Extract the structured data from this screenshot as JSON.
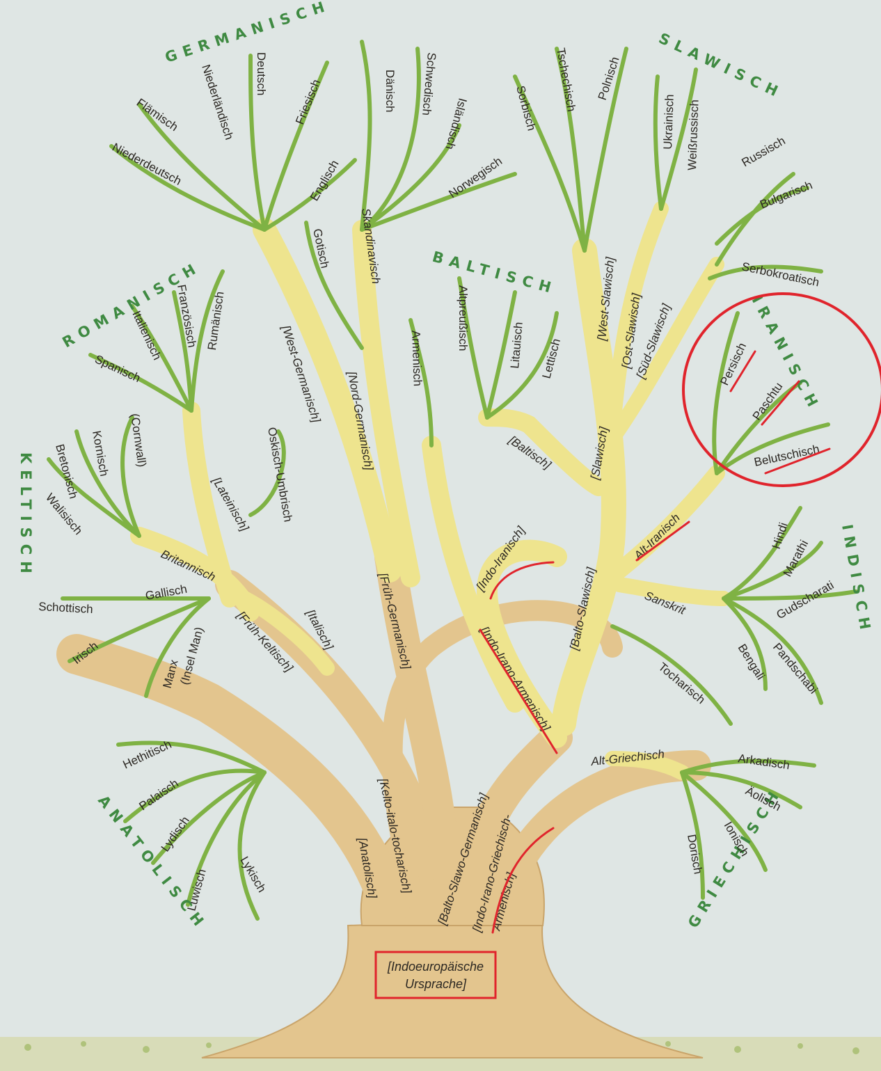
{
  "colors": {
    "background": "#dfe6e4",
    "trunk": "#e3c58e",
    "branch_yellow": "#eee48e",
    "twig_green": "#7fb244",
    "group_label": "#3f8a42",
    "annotation_red": "#e0242c"
  },
  "groups": {
    "germanisch": "GERMANISCH",
    "slawisch": "SLAWISCH",
    "romanisch": "ROMANISCH",
    "baltisch": "BALTISCH",
    "iranisch": "IRANISCH",
    "keltisch": "KELTISCH",
    "indisch": "INDISCH",
    "anatolisch": "ANATOLISCH",
    "griechisch": "GRIECHISCH"
  },
  "languages": {
    "flamisch": "Flämisch",
    "niederlandisch": "Niederländisch",
    "deutsch": "Deutsch",
    "friesisch": "Friesisch",
    "niederdeutsch": "Niederdeutsch",
    "englisch": "Englisch",
    "danisch": "Dänisch",
    "schwedisch": "Schwedisch",
    "islandisch": "Isländisch",
    "norwegisch": "Norwegisch",
    "gotisch": "Gotisch",
    "sorbisch": "Sorbisch",
    "tschechisch": "Tschechisch",
    "polnisch": "Polnisch",
    "ukrainisch": "Ukrainisch",
    "weissrussisch": "Weißrussisch",
    "russisch": "Russisch",
    "bulgarisch": "Bulgarisch",
    "serbokroatisch": "Serbokroatisch",
    "italienisch": "Italienisch",
    "franzosisch": "Französisch",
    "rumanisch": "Rumänisch",
    "spanisch": "Spanisch",
    "altpreussisch": "Altpreußisch",
    "litauisch": "Litauisch",
    "lettisch": "Lettisch",
    "armenisch": "Armenisch",
    "persisch": "Persisch",
    "paschtu": "Paschtu",
    "belutschisch": "Belutschisch",
    "kornisch": "Kornisch",
    "cornwall": "(Cornwall)",
    "bretonisch": "Bretonisch",
    "walisisch": "Walisisch",
    "oskisch_umbrisch": "Oskisch-Umbrisch",
    "hindi": "Hindi",
    "marathi": "Marathi",
    "gudscharati": "Gudscharati",
    "bengali": "Bengali",
    "pandschabi": "Pandschabi",
    "tocharisch": "Tocharisch",
    "schottisch": "Schottisch",
    "gallisch": "Gallisch",
    "irisch": "Irisch",
    "manx": "Manx",
    "insel_man": "(Insel Man)",
    "hethitisch": "Hethitisch",
    "palaisch": "Palaisch",
    "lydisch": "Lydisch",
    "luwisch": "Luwisch",
    "lykisch": "Lykisch",
    "arkadisch": "Arkadisch",
    "aolisch": "Äolisch",
    "ionisch": "Ionisch",
    "dorisch": "Dorisch"
  },
  "branches": {
    "west_germanisch": "[West-Germanisch]",
    "nord_germanisch": "[Nord-Germanisch]",
    "skandinavisch": "Skandinavisch",
    "west_slawisch": "[West-Slawisch]",
    "ost_slawisch": "[Ost-Slawisch]",
    "sud_slawisch": "[Süd-Slawisch]",
    "baltisch": "[Baltisch]",
    "slawisch": "[Slawisch]",
    "lateinisch": "[Lateinisch]",
    "britannisch": "Britannisch",
    "alt_iranisch": "Alt-Iranisch",
    "indo_iranisch": "[Indo-Iranisch]",
    "sanskrit": "Sanskrit",
    "balto_slawisch": "[Balto-Slawisch]",
    "fruh_germanisch": "[Früh-Germanisch]",
    "fruh_keltisch": "[Früh-Keltisch]",
    "italisch": "[Italisch]",
    "indo_irano_armenisch": "[Indo-Irano-Armenisch]",
    "alt_griechisch": "Alt-Griechisch",
    "kelto_italo_tocharisch": "[Kelto-italo-tocharisch]",
    "balto_slawo_germanisch": "[Balto-Slawo-Germanisch]",
    "indo_irano_griechisch_1": "[Indo-Irano-Griechisch-",
    "indo_irano_griechisch_2": "Armenisch]",
    "anatolisch": "[Anatolisch]"
  },
  "root": {
    "line1": "[Indoeuropäische",
    "line2": "Ursprache]"
  }
}
